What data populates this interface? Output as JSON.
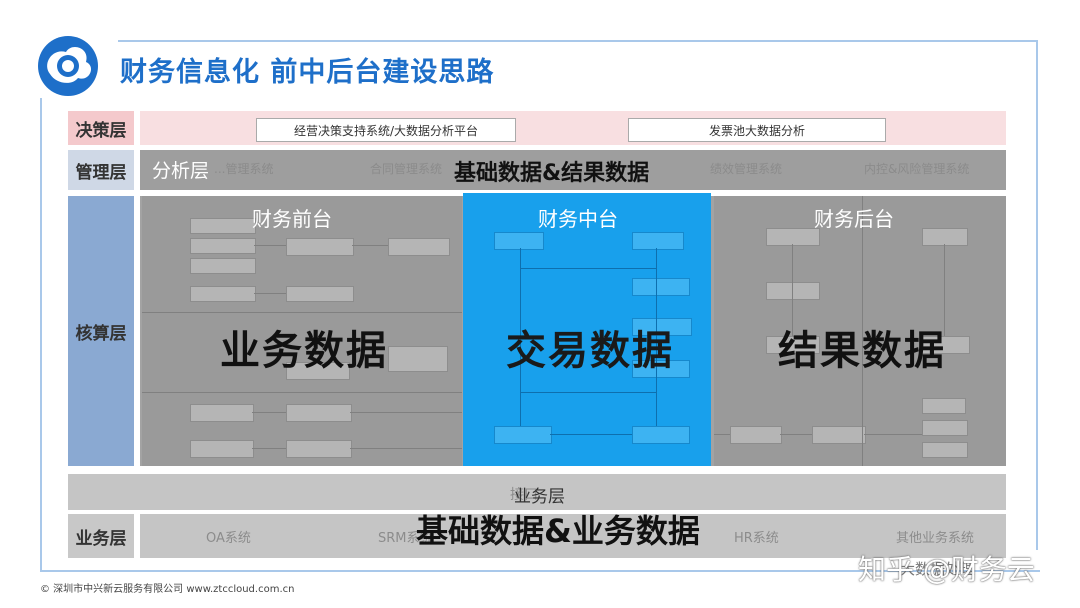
{
  "header": {
    "title": "财务信息化 前中后台建设思路"
  },
  "layers": {
    "decision": "决策层",
    "management": "管理层",
    "core": "核算层",
    "business": "业务层"
  },
  "decision_row": {
    "box1": "经营决策支持系统/大数据分析平台",
    "box2": "发票池大数据分析"
  },
  "management_row": {
    "analysis": "分析层",
    "overlay": "基础数据&结果数据",
    "faint_items": [
      "...管理系统",
      "合同管理系统",
      "绩效管理系统",
      "内控&风险管理系统"
    ]
  },
  "core": {
    "front_title": "财务前台",
    "middle_title": "财务中台",
    "back_title": "财务后台",
    "front_big": "业务数据",
    "middle_big": "交易数据",
    "back_big": "结果数据"
  },
  "business_row": {
    "label": "业务层",
    "interface": "接口",
    "overlay": "基础数据&业务数据",
    "faint_items": [
      "OA系统",
      "SRM系统",
      "HR系统",
      "其他业务系统"
    ]
  },
  "footer": {
    "text": "© 深圳市中兴新云服务有限公司  www.ztccloud.com.cn"
  },
  "watermark": {
    "text": "知乎 @财务云",
    "sub": "大数据处理"
  },
  "colors": {
    "accent": "#1e6fc9",
    "middle": "#18a0ec",
    "decision": "#f4c9cc",
    "core_label": "#8aa9d2"
  }
}
